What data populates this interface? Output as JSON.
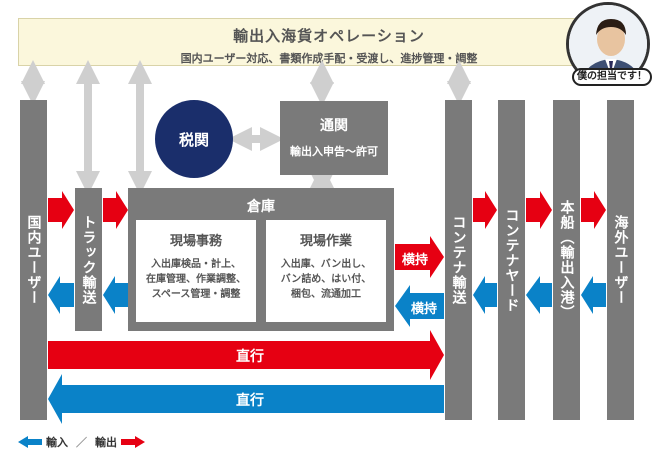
{
  "banner": {
    "title": "輸出入海貨オペレーション",
    "subtitle": "国内ユーザー対応、書類作成手配・受渡し、進捗管理・調整"
  },
  "avatar": {
    "speech": "僕の担当です！"
  },
  "customs": {
    "label": "税関"
  },
  "clearance": {
    "title": "通関",
    "subtitle": "輸出入申告〜許可"
  },
  "warehouse": {
    "title": "倉庫",
    "office": {
      "title": "現場事務",
      "lines": [
        "入出庫検品・計上、",
        "在庫管理、作業調整、",
        "スペース管理・調整"
      ]
    },
    "field": {
      "title": "現場作業",
      "lines": [
        "入出庫、バン出し、",
        "バン詰め、はい付、",
        "梱包、流通加工"
      ]
    }
  },
  "columns": {
    "domestic": "国内ユーザー",
    "truck": "トラック輸送",
    "container_transport": "コンテナ輸送",
    "container_yard": "コンテナヤード",
    "ship": "本船（輸出入港）",
    "overseas": "海外ユーザー"
  },
  "arrows": {
    "yoko_export": "横持",
    "yoko_import": "横持",
    "direct_export": "直行",
    "direct_import": "直行"
  },
  "legend": {
    "import": "輸入",
    "sep": "／",
    "export": "輸出"
  },
  "colors": {
    "export": "#e60012",
    "import": "#0a82c8",
    "gray": "#7a7a7a",
    "lightgray": "#cfcfcf",
    "navy": "#1a2e6b"
  }
}
